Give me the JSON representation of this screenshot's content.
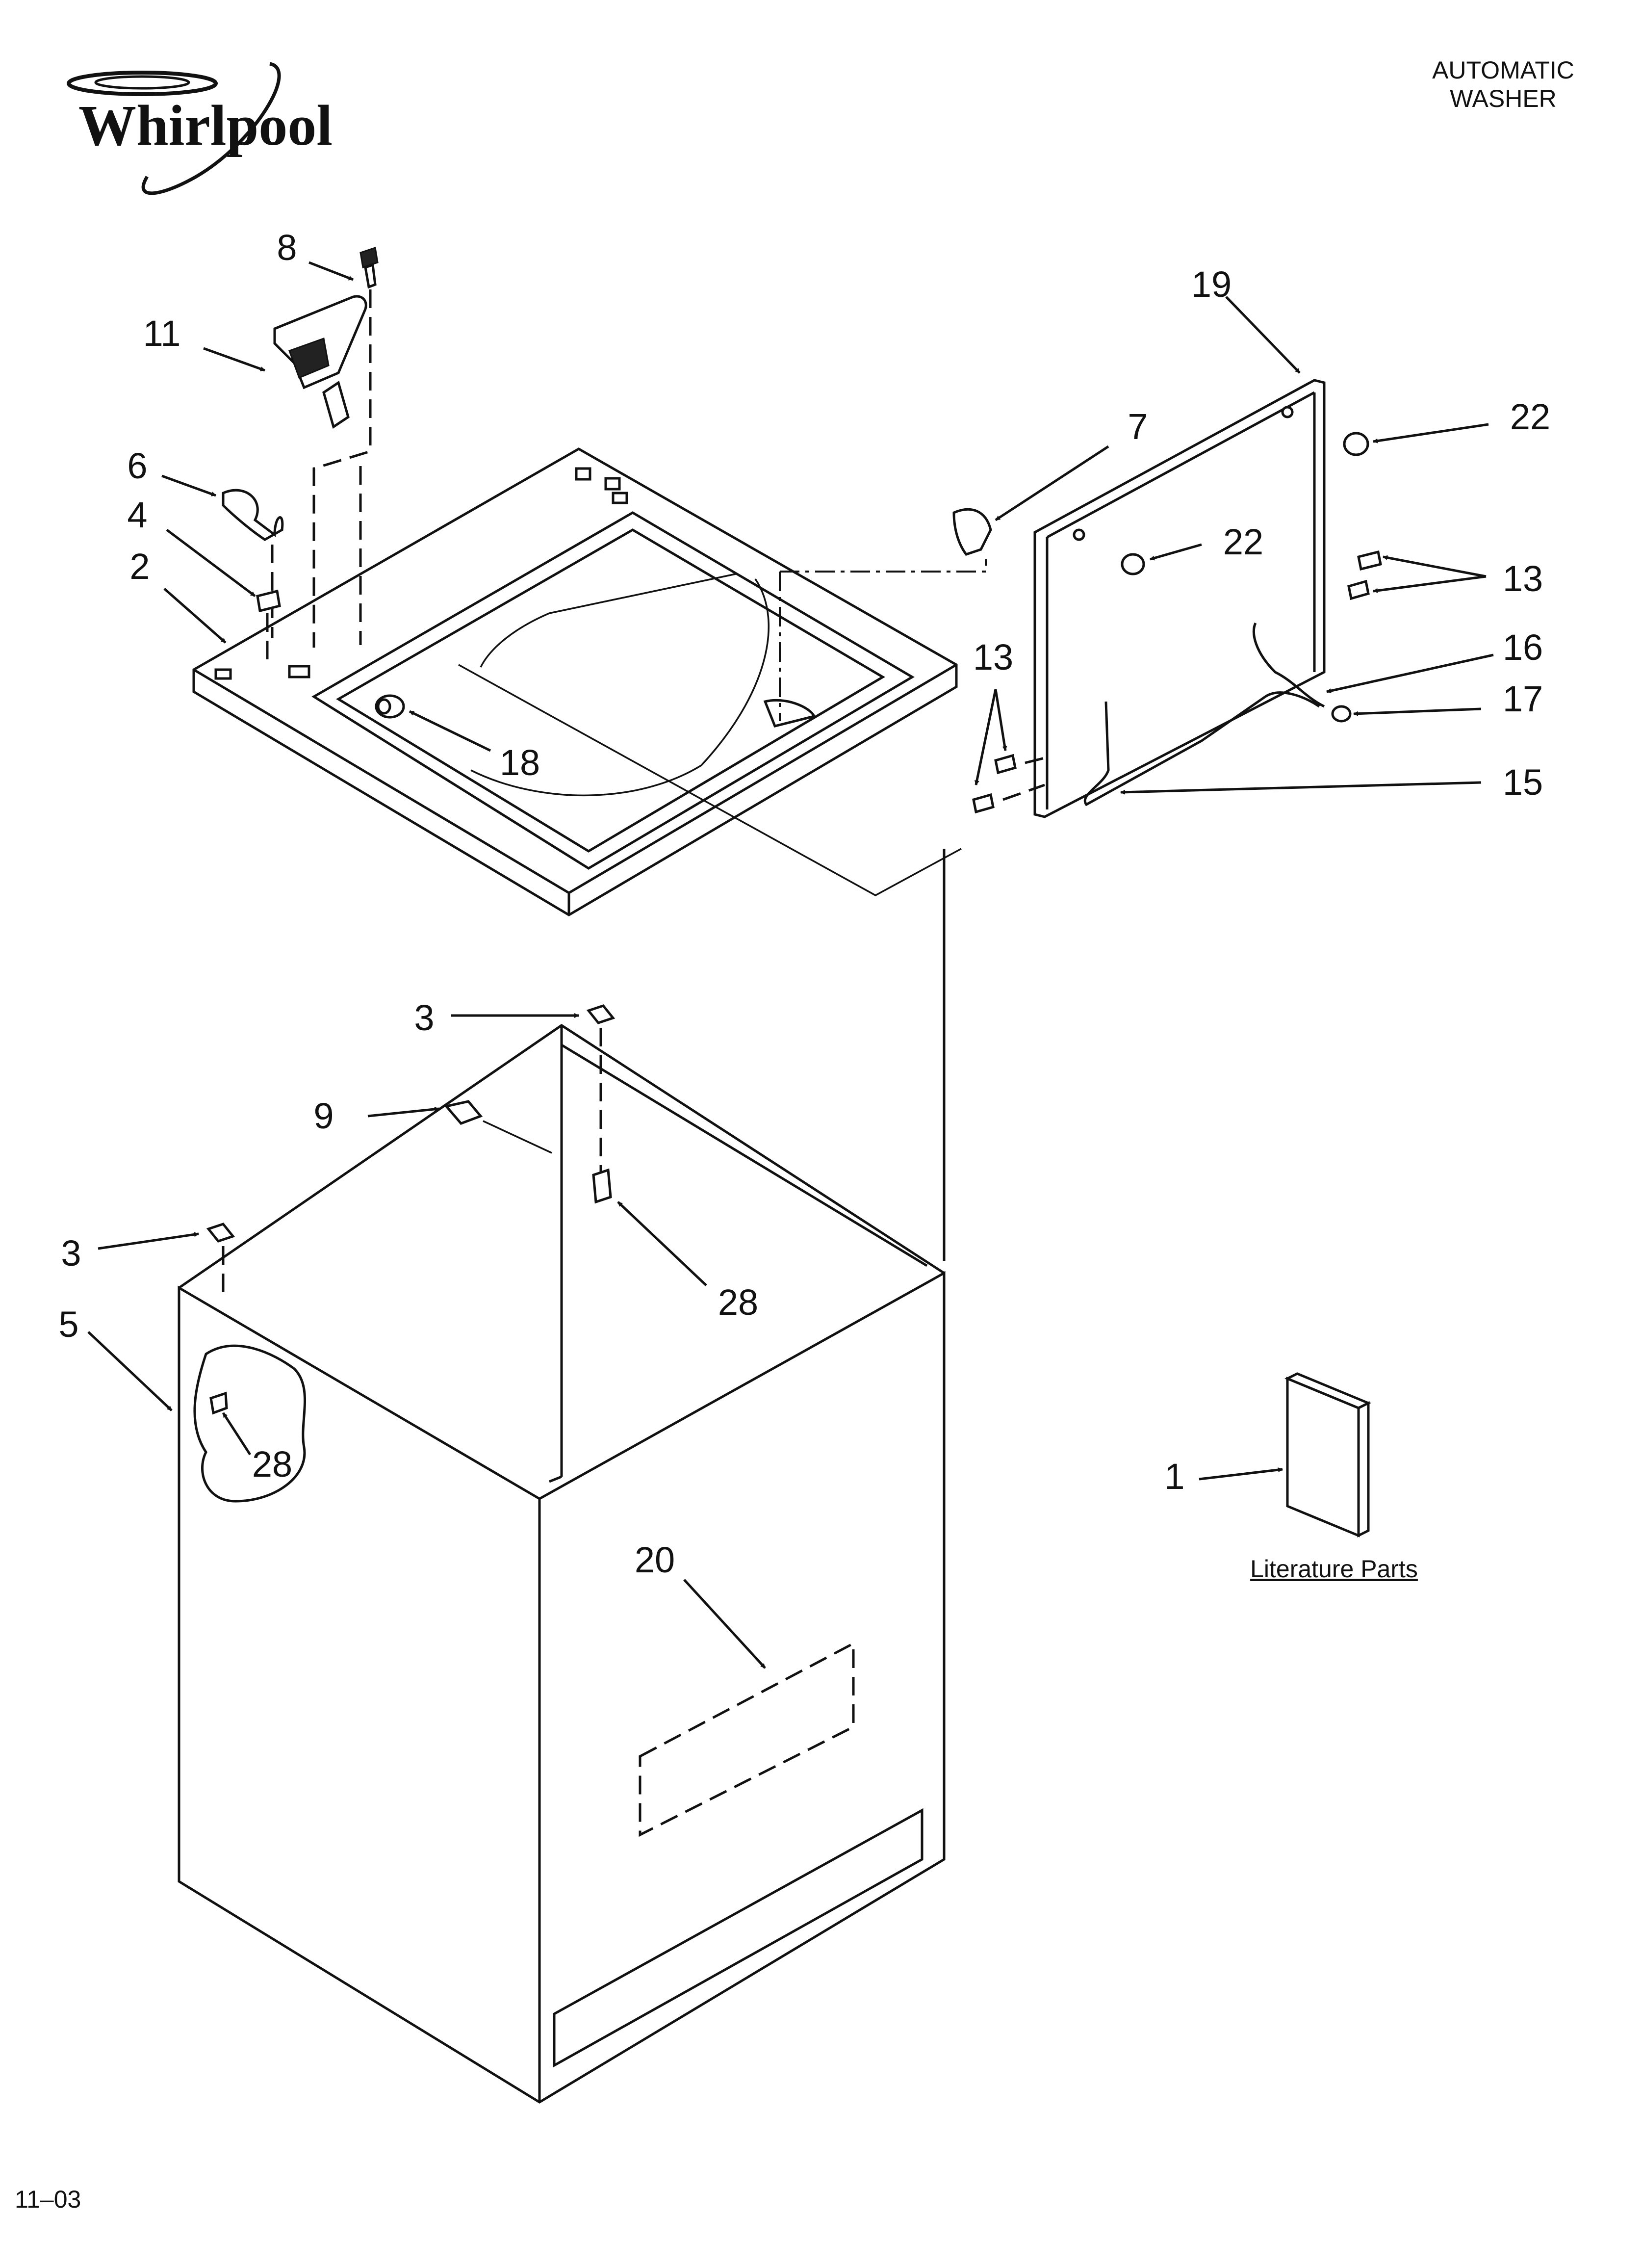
{
  "brand": {
    "logo_text": "Whirlpool"
  },
  "header": {
    "line1": "AUTOMATIC",
    "line2": "WASHER"
  },
  "footer": {
    "date_code": "11–03"
  },
  "literature": {
    "caption": "Literature Parts"
  },
  "callouts": {
    "c1": "1",
    "c2": "2",
    "c3a": "3",
    "c3b": "3",
    "c4": "4",
    "c5": "5",
    "c6": "6",
    "c7": "7",
    "c8": "8",
    "c9": "9",
    "c11": "11",
    "c13a": "13",
    "c13b": "13",
    "c15": "15",
    "c16": "16",
    "c17": "17",
    "c18": "18",
    "c19": "19",
    "c20": "20",
    "c22a": "22",
    "c22b": "22",
    "c28a": "28",
    "c28b": "28"
  }
}
